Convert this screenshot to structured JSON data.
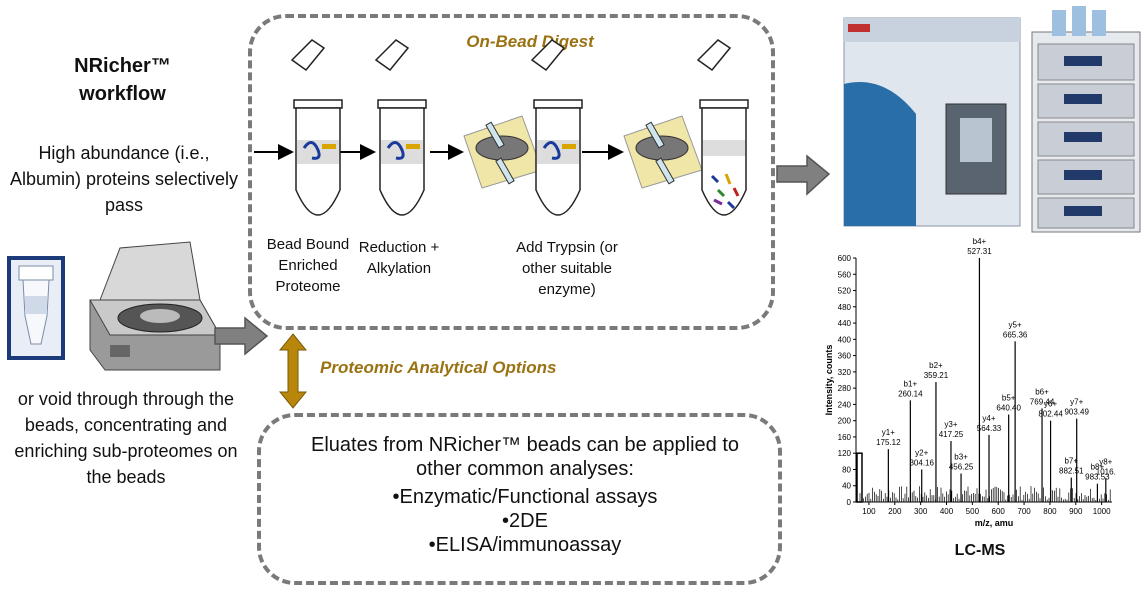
{
  "title": "NRicher™ workflow",
  "left": {
    "top_text": "High abundance (i.e., Albumin) proteins selectively pass",
    "bottom_text": "or void through through the beads, concentrating and enriching sub-proteomes on the beads"
  },
  "digest": {
    "heading": "On-Bead Digest",
    "steps": [
      "Bead Bound Enriched Proteome",
      "Reduction + Alkylation",
      "Add Trypsin (or other suitable enzyme)"
    ]
  },
  "options_label": "Proteomic Analytical Options",
  "eluates": {
    "intro": "Eluates from NRicher™ beads can be applied to other common analyses:",
    "items": [
      "•Enzymatic/Functional assays",
      "•2DE",
      "•ELISA/immunoassay"
    ]
  },
  "lcms_label": "LC-MS",
  "spectrum": {
    "ylabel": "Intensity, counts",
    "xlabel": "m/z, amu",
    "yticks": [
      "600",
      "560",
      "520",
      "480",
      "440",
      "400",
      "360",
      "320",
      "280",
      "240",
      "200",
      "160",
      "120",
      "80",
      "40",
      "0"
    ],
    "xticks": [
      "100",
      "200",
      "300",
      "400",
      "500",
      "600",
      "700",
      "800",
      "900",
      "1000"
    ],
    "peaks": [
      {
        "ion": "y1+",
        "mz": "175.12"
      },
      {
        "ion": "b1+",
        "mz": "260.14"
      },
      {
        "ion": "y2+",
        "mz": "304.16"
      },
      {
        "ion": "b2+",
        "mz": "359.21"
      },
      {
        "ion": "y3+",
        "mz": "417.25"
      },
      {
        "ion": "b3+",
        "mz": "456.25"
      },
      {
        "ion": "b4+",
        "mz": "527.31"
      },
      {
        "ion": "y4+",
        "mz": "564.33"
      },
      {
        "ion": "b5+",
        "mz": "640.40"
      },
      {
        "ion": "y5+",
        "mz": "665.36"
      },
      {
        "ion": "b6+",
        "mz": "769.44"
      },
      {
        "ion": "y6+",
        "mz": "802.44"
      },
      {
        "ion": "b7+",
        "mz": "882.51"
      },
      {
        "ion": "y7+",
        "mz": "903.49"
      },
      {
        "ion": "b8+",
        "mz": "983.53"
      },
      {
        "ion": "y8+",
        "mz": "1016."
      }
    ]
  }
}
